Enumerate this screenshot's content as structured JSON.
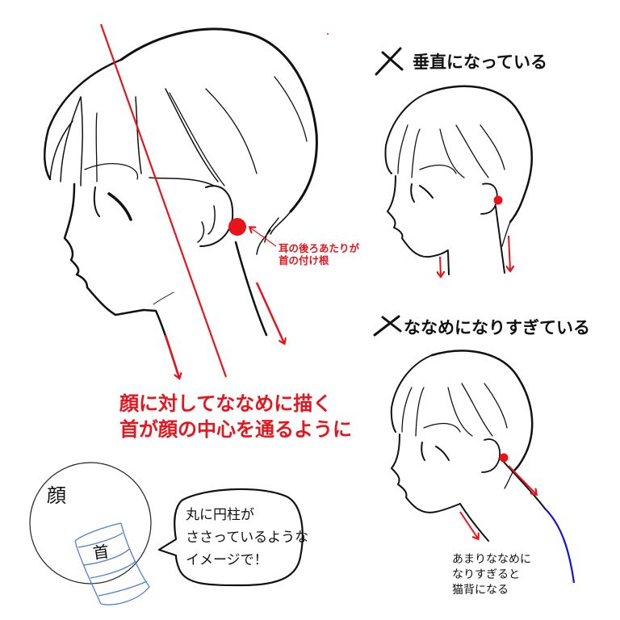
{
  "colors": {
    "guide_red": "#e8141b",
    "line_black": "#111111",
    "cylinder_blue": "#4f7fd0",
    "back_curve_blue": "#1010e0"
  },
  "main_figure": {
    "annotation": {
      "line1": "耳の後ろあたりが",
      "line2": "首の付け根"
    },
    "caption": {
      "line1": "顔に対してななめに描く",
      "line2": "首が顔の中心を通るように"
    }
  },
  "bad_example_vertical": {
    "mark_icon": "cross-mark-icon",
    "title": "垂直になっている"
  },
  "bad_example_too_diagonal": {
    "mark_icon": "cross-mark-icon",
    "title": "ななめになりすぎている",
    "note": {
      "line1": "あまりななめに",
      "line2": "なりすぎると",
      "line3": "猫背になる"
    }
  },
  "diagram": {
    "head_label": "顔",
    "neck_label": "首",
    "speech_bubble": {
      "line1": "丸に円柱が",
      "line2": "ささっているような",
      "line3": "イメージで！"
    }
  }
}
